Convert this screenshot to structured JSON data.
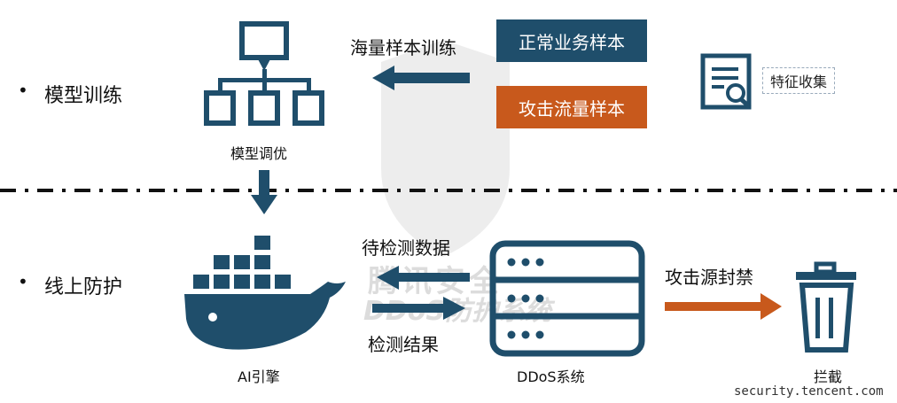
{
  "sections": {
    "training": {
      "bullet": "•",
      "label": "模型训练"
    },
    "online": {
      "bullet": "•",
      "label": "线上防护"
    }
  },
  "training": {
    "model_label": "模型调优",
    "arrow_label": "海量样本训练",
    "normal_samples": "正常业务样本",
    "attack_samples": "攻击流量样本",
    "feature_label": "特征收集"
  },
  "online": {
    "engine_label": "AI引擎",
    "to_detect_label": "待检测数据",
    "result_label": "检测结果",
    "ddos_label": "DDoS系统",
    "block_arrow_label": "攻击源封禁",
    "intercept_label": "拦截"
  },
  "watermark": {
    "text_cn": "腾讯安全",
    "text_en": "DDoS防护系统",
    "site": "security.tencent.com"
  },
  "colors": {
    "navy": "#1f4e6b",
    "orange": "#c8591c",
    "dashed_line": "#111111"
  },
  "icons": [
    "hierarchy-icon",
    "document-search-icon",
    "whale-container-icon",
    "server-rack-icon",
    "trash-icon"
  ]
}
